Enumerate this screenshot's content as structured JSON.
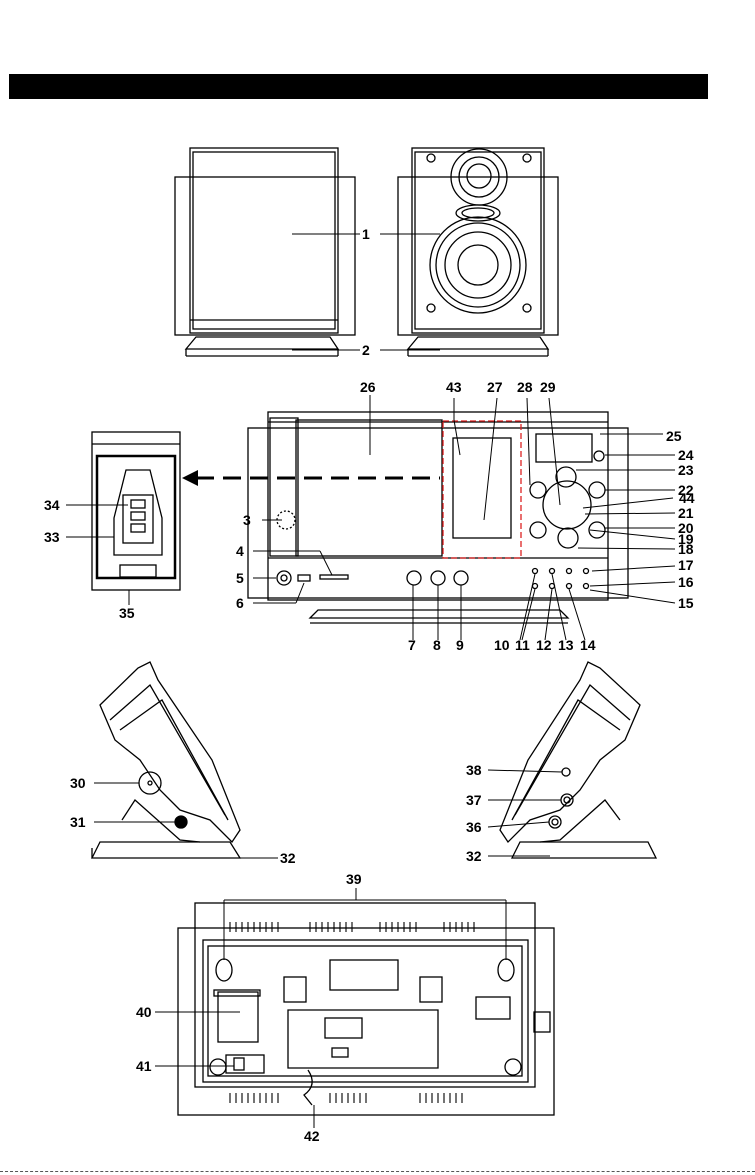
{
  "header": {
    "bar_color": "#000000"
  },
  "diagram": {
    "views": [
      "speakers-front",
      "main-unit-front",
      "dock-detail",
      "left-side",
      "right-side",
      "rear"
    ],
    "callouts": [
      "1",
      "2",
      "3",
      "4",
      "5",
      "6",
      "7",
      "8",
      "9",
      "10",
      "11",
      "12",
      "13",
      "14",
      "15",
      "16",
      "17",
      "18",
      "19",
      "20",
      "21",
      "22",
      "23",
      "24",
      "25",
      "26",
      "27",
      "28",
      "29",
      "30",
      "31",
      "32",
      "32",
      "33",
      "34",
      "35",
      "36",
      "37",
      "38",
      "39",
      "40",
      "41",
      "42",
      "43",
      "44"
    ]
  }
}
